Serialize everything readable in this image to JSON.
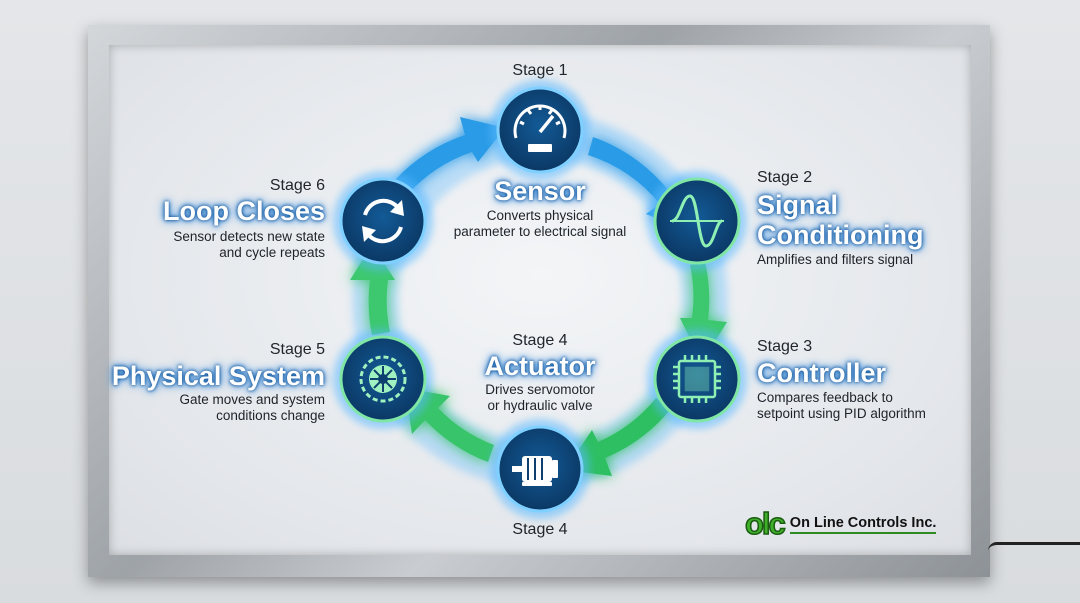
{
  "stages": [
    {
      "id": "s1",
      "stage": "Stage 1",
      "title": "Sensor",
      "desc": [
        "Converts physical",
        "parameter to electrical signal"
      ],
      "icon": "gauge-icon"
    },
    {
      "id": "s2",
      "stage": "Stage 2",
      "title": [
        "Signal",
        "Conditioning"
      ],
      "desc": [
        "Amplifies and filters signal"
      ],
      "icon": "sine-wave-icon"
    },
    {
      "id": "s3",
      "stage": "Stage 3",
      "title": "Controller",
      "desc": [
        "Compares feedback to",
        "setpoint using PID algorithm"
      ],
      "icon": "microchip-icon"
    },
    {
      "id": "s4",
      "stage": "Stage 4",
      "title": "Actuator",
      "desc": [
        "Drives servomotor",
        "or hydraulic valve"
      ],
      "icon": "motor-icon"
    },
    {
      "id": "s5",
      "stage": "Stage 5",
      "title": "Physical System",
      "desc": [
        "Gate moves and system",
        "conditions change"
      ],
      "icon": "turbine-icon"
    },
    {
      "id": "s6",
      "stage": "Stage 6",
      "title": "Loop Closes",
      "desc": [
        "Sensor detects new state",
        "and cycle repeats"
      ],
      "icon": "cycle-arrows-icon"
    }
  ],
  "bottom_stage_label": "Stage 4",
  "logo": {
    "mark": "olc",
    "name": "On Line Controls Inc."
  },
  "colors": {
    "node": "#0e3f6e",
    "blue": "#2a8ee0",
    "green": "#36c46a",
    "glow": "#4fb4ff"
  }
}
